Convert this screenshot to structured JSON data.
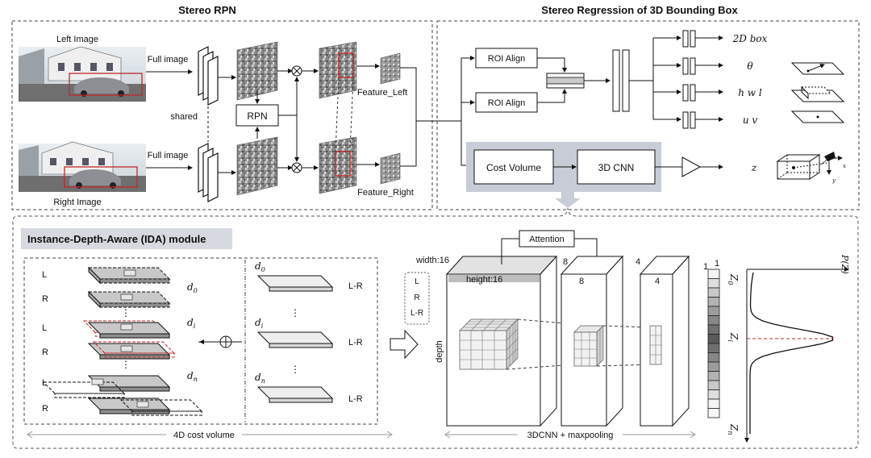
{
  "titles": {
    "stereo_rpn": "Stereo RPN",
    "stereo_regression": "Stereo Regression of 3D Bounding Box",
    "ida_module": "Instance-Depth-Aware (IDA) module"
  },
  "rpn": {
    "left_image": "Left Image",
    "right_image": "Right Image",
    "full_image_top": "Full image",
    "full_image_bottom": "Full image",
    "shared": "shared",
    "rpn_box": "RPN",
    "feature_left": "Feature_Left",
    "feature_right": "Feature_Right"
  },
  "regression": {
    "roi_align_top": "ROI Align",
    "roi_align_bottom": "ROI Align",
    "cost_volume": "Cost Volume",
    "cnn3d": "3D CNN",
    "out_2dbox": "2D box",
    "out_theta": "θ",
    "out_hwl": "h w l",
    "out_uv": "u v",
    "out_z": "z",
    "axis_x": "x",
    "axis_y": "y"
  },
  "ida": {
    "rows": {
      "L1": "L",
      "R1": "R",
      "L2": "L",
      "R2": "R",
      "L3": "L",
      "R3": "R"
    },
    "d_labels": {
      "d0": "d",
      "d0_sub": "0",
      "di": "d",
      "di_sub": "i",
      "dn": "d",
      "dn_sub": "n"
    },
    "d_labels_mid": {
      "d0": "d",
      "d0_sub": "0",
      "di": "d",
      "di_sub": "i",
      "dn": "d",
      "dn_sub": "n"
    },
    "lr": {
      "a": "L-R",
      "b": "L-R",
      "c": "L-R"
    },
    "dots": "⋮",
    "cost_volume_caption": "4D cost volume",
    "input_legend": {
      "L": "L",
      "R": "R",
      "LR": "L-R"
    },
    "width_label": "width:16",
    "height_label": "height:16",
    "depth_label": "depth",
    "attention": "Attention",
    "ch8_top": "8",
    "ch8_front": "8",
    "ch4_top": "4",
    "ch4_front": "4",
    "one_a": "1",
    "one_b": "1",
    "caption_3dcnn": "3DCNN + maxpooling",
    "pz_label": "P(Z)",
    "z0": "Z",
    "z0_sub": "0",
    "zi": "Z",
    "zi_sub": "i",
    "zn": "Z",
    "zn_sub": "n"
  },
  "colors": {
    "highlight_panel": "#c7ccd6",
    "red": "#c0282d",
    "dash": "#444444"
  }
}
